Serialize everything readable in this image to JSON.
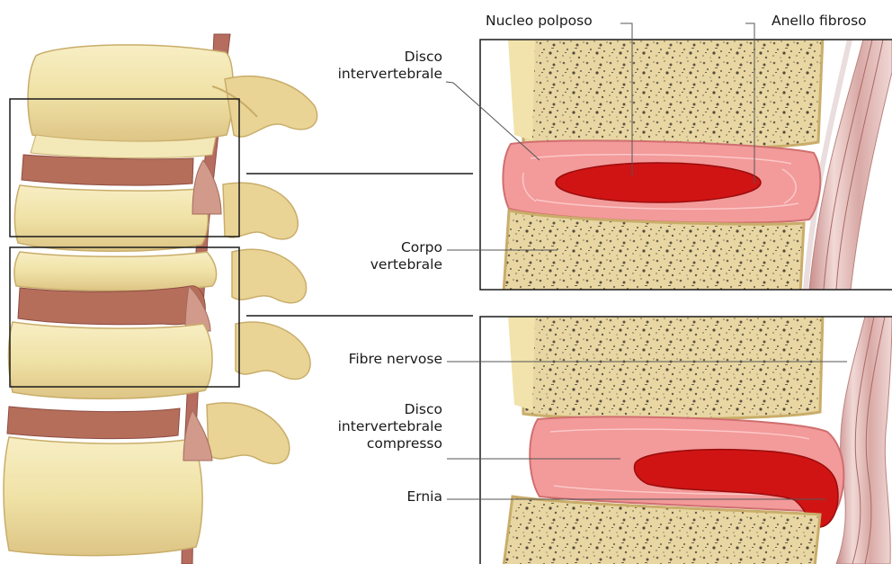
{
  "labels": {
    "nucleo_polposo": "Nucleo polposo",
    "anello_fibroso": "Anello fibroso",
    "disco_intervertebrale": [
      "Disco",
      "intervertebrale"
    ],
    "corpo_vertebrale": [
      "Corpo",
      "vertebrale"
    ],
    "fibre_nervose": "Fibre nervose",
    "disco_compresso": [
      "Disco",
      "intervertebrale",
      "compresso"
    ],
    "ernia": "Ernia"
  },
  "colors": {
    "bone": "#f2e4ab",
    "bone_shade": "#dcc583",
    "bone_dark": "#c9ad6a",
    "disc_band": "#b56e5a",
    "annulus": "#f39a9a",
    "nucleus": "#d01414",
    "spongy": "#e5d39e",
    "nerve": "#d7a7a4",
    "cord": "#b66d60",
    "frame": "#1a1a1a"
  }
}
